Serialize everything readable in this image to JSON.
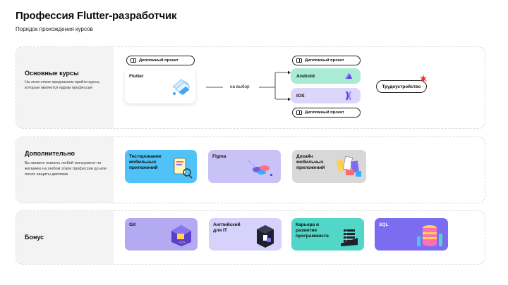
{
  "page": {
    "title": "Профессия Flutter-разработчик",
    "subtitle": "Порядок прохождения курсов"
  },
  "sections": {
    "main": {
      "title": "Основные курсы",
      "description": "На этом этапе предлагаем пройти курсы, которые являются ядром профессии"
    },
    "extra": {
      "title": "Дополнительно",
      "description": "Вы можете освоить любой инструмент по желанию на любом этапе профессии до или после защиты диплома"
    },
    "bonus": {
      "title": "Бонус"
    }
  },
  "main_flow": {
    "diploma_label": "Дипломный проект",
    "flutter": "Flutter",
    "choice_label": "на выбор",
    "android": "Android",
    "ios": "IOS",
    "employment": "Трудоустройство"
  },
  "extra_cards": [
    {
      "label": "Тестирование мобильных приложений",
      "color": "#4fc3f7"
    },
    {
      "label": "Figma",
      "color": "#c9c2f6"
    },
    {
      "label": "Дизайн мобильных приложений",
      "color": "#d8d8d8"
    }
  ],
  "bonus_cards": [
    {
      "label": "Git",
      "color": "#b3aaf2"
    },
    {
      "label": "Английский для IT",
      "color": "#d6d2fb"
    },
    {
      "label": "Карьера и развитие программиста",
      "color": "#52d6c8"
    },
    {
      "label": "SQL",
      "color": "#7b6cf0"
    }
  ],
  "colors": {
    "android_chip": "#a8ecd6",
    "ios_chip": "#ddd6fb",
    "section_left_bg": "#f3f3f3",
    "accent_red": "#ff2a2a"
  },
  "icons": [
    "book-icon",
    "arrow-icon",
    "flag-icon"
  ]
}
